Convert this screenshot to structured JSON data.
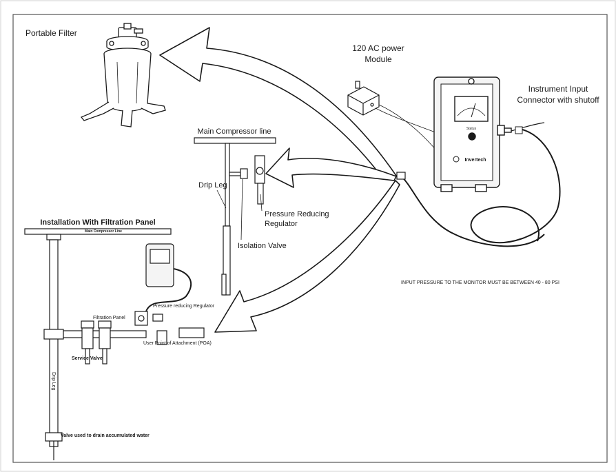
{
  "labels": {
    "portable_filter": "Portable Filter",
    "ac_power_line1": "120 AC power",
    "ac_power_line2": "Module",
    "instrument_input_line1": "Instrument Input",
    "instrument_input_line2": "Connector with shutoff",
    "main_compressor_line": "Main Compressor line",
    "drip_leg": "Drip Leg",
    "pressure_reducing_line1": "Pressure Reducing",
    "pressure_reducing_line2": "Regulator",
    "isolation_valve": "Isolation Valve",
    "input_pressure_note": "INPUT PRESSURE TO THE MONITOR MUST BE BETWEEN 40 - 80 PSI",
    "panel_title": "Installation With Filtration Panel",
    "panel_main_compressor_line": "Main Compressor Line",
    "panel_pressure_reducing": "Pressure reducing Regulator",
    "filtration_panel": "Filtration Panel",
    "user_poa": "User Point of Attachment (POA)",
    "service_valve": "Service Valve",
    "panel_drip_leg": "Drip Leg",
    "drain_valve": "Valve used to drain accumulated water",
    "brand": "Invertech",
    "device_status": "Status"
  },
  "colors": {
    "line": "#1a1a1a",
    "arrow_fill": "#ffffff",
    "frame": "#333333",
    "device_fill": "#f4f4f4"
  },
  "icons": {
    "portable_filter": "filter-canister-icon",
    "power_module": "power-module-icon",
    "monitor": "pressure-monitor-icon",
    "connector": "quick-connector-icon"
  }
}
